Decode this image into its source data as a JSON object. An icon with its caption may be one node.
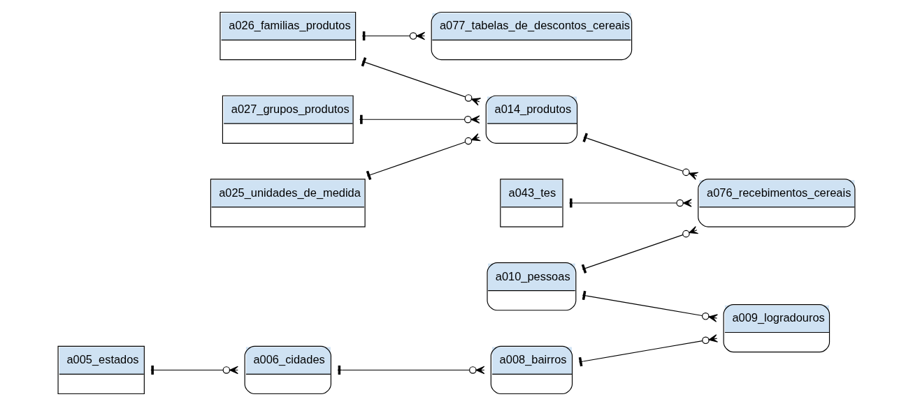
{
  "diagram": {
    "nodes": [
      {
        "text": [
          "a026_familias_produtos"
        ]
      },
      {
        "text": [
          "a077_tabelas_de_descontos_cereais"
        ]
      },
      {
        "text": [
          "a027_grupos_produtos"
        ]
      },
      {
        "text": [
          "a014_produtos"
        ]
      },
      {
        "text": [
          "a025_unidades_de_medida"
        ]
      },
      {
        "text": [
          "a043_tes"
        ]
      },
      {
        "text": [
          "a076_recebimentos_cereais"
        ]
      },
      {
        "text": [
          "a010_pessoas"
        ]
      },
      {
        "text": [
          "a005_estados"
        ]
      },
      {
        "text": [
          "a006_cidades"
        ]
      },
      {
        "text": [
          "a008_bairros"
        ]
      },
      {
        "text": [
          "a009_logradouros"
        ]
      }
    ],
    "edges": [
      {
        "from": 0,
        "to": 1,
        "arrow": "other"
      },
      {
        "from": 0,
        "to": 3,
        "arrow": "other"
      },
      {
        "from": 2,
        "to": 3,
        "arrow": "other"
      },
      {
        "from": 4,
        "to": 3,
        "arrow": "other"
      },
      {
        "from": 3,
        "to": 6,
        "arrow": "other"
      },
      {
        "from": 5,
        "to": 6,
        "arrow": "other"
      },
      {
        "from": 7,
        "to": 6,
        "arrow": "other"
      },
      {
        "from": 7,
        "to": 11,
        "arrow": "other"
      },
      {
        "from": 8,
        "to": 9,
        "arrow": "other"
      },
      {
        "from": 9,
        "to": 10,
        "arrow": "other"
      },
      {
        "from": 10,
        "to": 11,
        "arrow": "other"
      }
    ]
  }
}
